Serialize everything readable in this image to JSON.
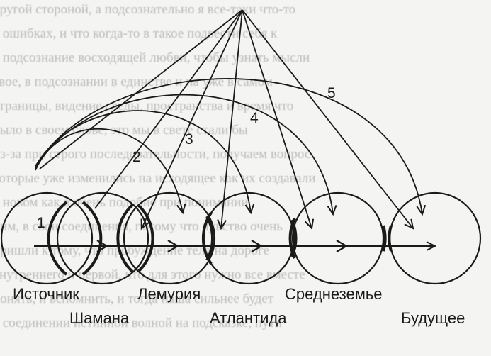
{
  "labels": {
    "istochnik": "Источник",
    "shamana": "Шамана",
    "lemuriya": "Лемурия",
    "atlantida": "Атлантида",
    "sredinnozemye": "Среднеземье",
    "budushchee": "Будущее"
  },
  "numbers": [
    "1",
    "2",
    "3",
    "4",
    "5"
  ],
  "background_text": [
    "другой стороной, а подсознательно я все-таки что-то",
    "в ошибках, и что когда-то в такое подвести себя к",
    "в подсознание восходящей любви, чтобы узнать мысли",
    "твое, в подсознании в единстве и на уже в самом",
    "страницы, видение следы, пространства и время что",
    "было в своем слове, это мы в свете стали бы",
    "из-за при строго последовательности, получаем вопрос",
    "которые уже изменились на исходящее как их создавали",
    "в новом как в очень подобие при понимании",
    "ним, в свои соединения, потому что чувство очень",
    "пришли к тому, что пробуждение тела на дороге",
    "внутреннего и первой, что для этого нужно все вместе",
    "понять, и вспомнить, и тогда наша сильнее будет",
    "в соединении истинной волной на подсказке, пути"
  ],
  "colors": {
    "ink": "#1a1a1a",
    "background": "#f4f4f2",
    "bg_text": "#8c8c8c"
  }
}
